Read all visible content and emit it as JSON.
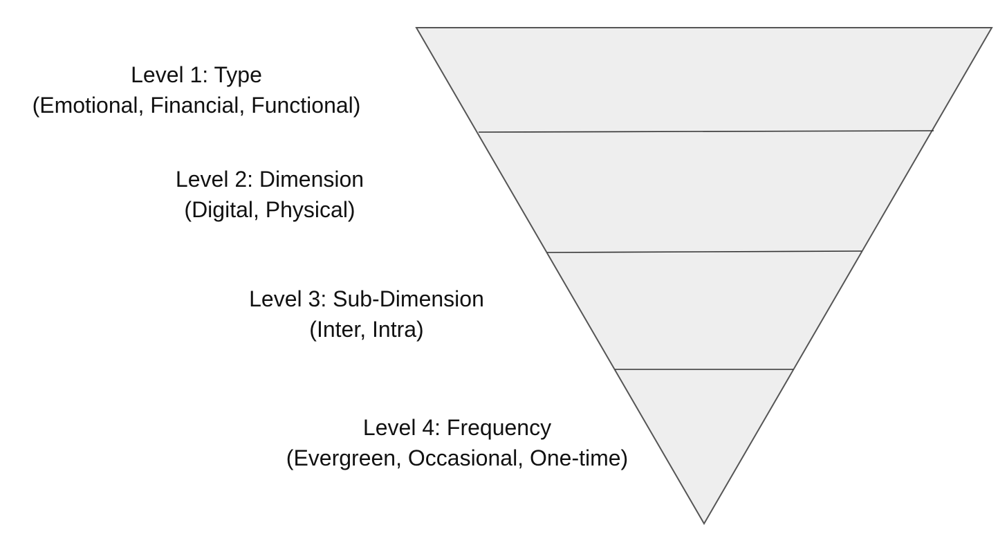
{
  "levels": [
    {
      "title": "Level 1: Type",
      "items": "(Emotional, Financial, Functional)"
    },
    {
      "title": "Level 2: Dimension",
      "items": "(Digital, Physical)"
    },
    {
      "title": "Level 3: Sub-Dimension",
      "items": "(Inter, Intra)"
    },
    {
      "title": "Level 4: Frequency",
      "items": "(Evergreen, Occasional, One-time)"
    }
  ],
  "colors": {
    "funnel_fill": "#eeeeee",
    "funnel_stroke": "#555555",
    "text": "#111111",
    "background": "#ffffff"
  }
}
